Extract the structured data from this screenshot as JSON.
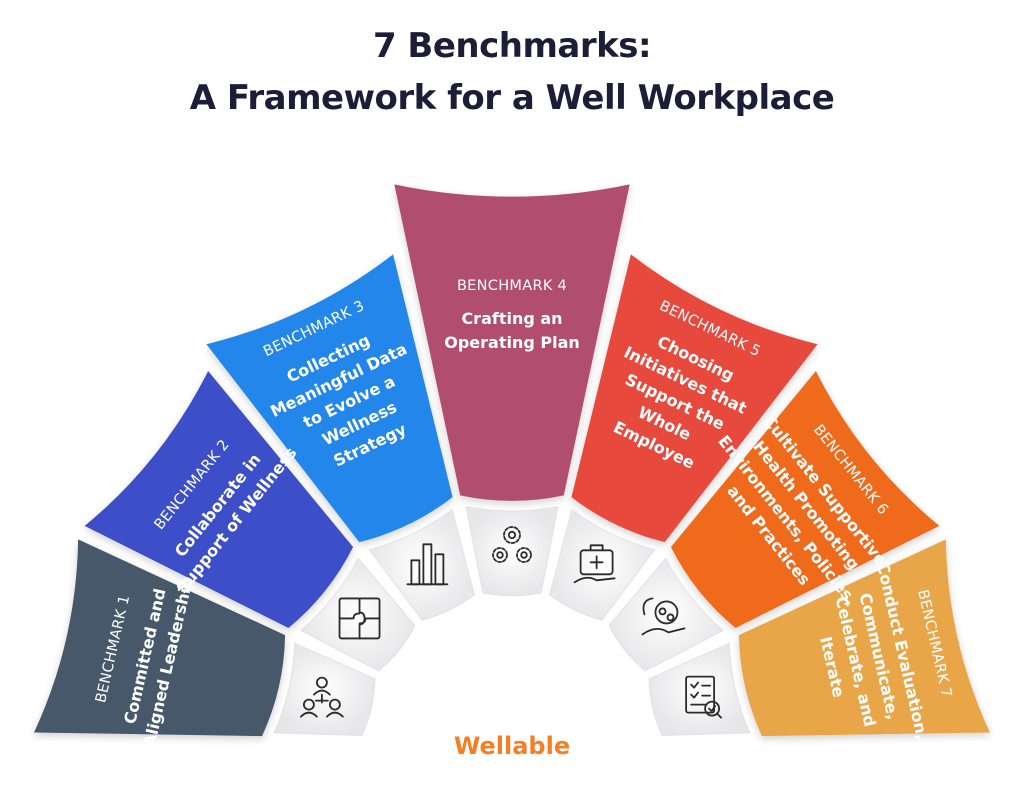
{
  "title": {
    "line1": "7 Benchmarks:",
    "line2": "A Framework for a Well Workplace"
  },
  "brand": "Wellable",
  "benchmarks": [
    {
      "label": "BENCHMARK 1",
      "lines": [
        "Committed and",
        "Aligned Leadership"
      ],
      "color": "#46586a",
      "icon": "people-network-icon"
    },
    {
      "label": "BENCHMARK 2",
      "lines": [
        "Collaborate in",
        "Support of Wellness"
      ],
      "color": "#3e4fc8",
      "icon": "puzzle-icon"
    },
    {
      "label": "BENCHMARK 3",
      "lines": [
        "Collecting",
        "Meaningful Data",
        "to Evolve a",
        "Wellness",
        "Strategy"
      ],
      "color": "#2486ea",
      "icon": "bar-chart-icon"
    },
    {
      "label": "BENCHMARK 4",
      "lines": [
        "Crafting an",
        "Operating Plan"
      ],
      "color": "#b14e6e",
      "icon": "gears-icon"
    },
    {
      "label": "BENCHMARK 5",
      "lines": [
        "Choosing",
        "Initiatives that",
        "Support the",
        "Whole",
        "Employee"
      ],
      "color": "#e8483e",
      "icon": "medical-kit-icon"
    },
    {
      "label": "BENCHMARK 6",
      "lines": [
        "Cultivate Supportive",
        "Health Promoting",
        "Environments, Policies,",
        "and Practices"
      ],
      "color": "#f06a1c",
      "icon": "hand-care-icon"
    },
    {
      "label": "BENCHMARK 7",
      "lines": [
        "Conduct Evaluation,",
        "Communicate,",
        "Celebrate, and",
        "Iterate"
      ],
      "color": "#e8a648",
      "icon": "checklist-icon"
    }
  ]
}
